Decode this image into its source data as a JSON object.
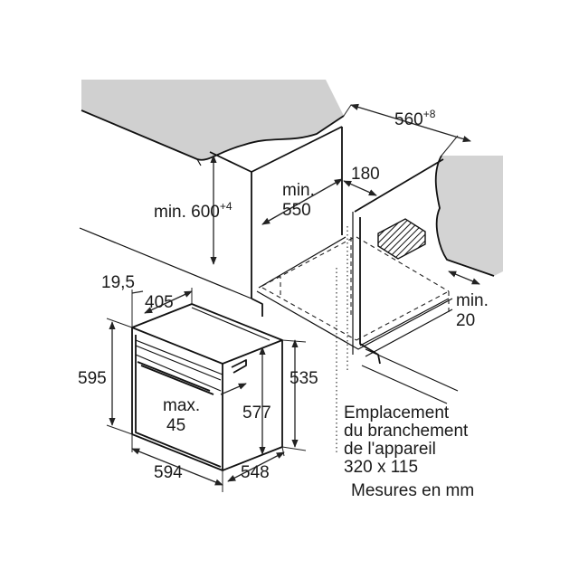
{
  "dimensions": {
    "niche_depth": "560",
    "niche_depth_tol": "+8",
    "niche_height": "min. 600",
    "niche_height_tol": "+4",
    "niche_inner_depth_1": "min.",
    "niche_inner_depth_2": "550",
    "rear_gap": "180",
    "bottom_gap_1": "min.",
    "bottom_gap_2": "20",
    "front_offset": "19,5",
    "door_offset": "405",
    "oven_height": "595",
    "oven_inner_height": "535",
    "oven_body_height": "577",
    "oven_width": "594",
    "oven_depth": "548",
    "max_door_1": "max.",
    "max_door_2": "45"
  },
  "notes": {
    "connection_1": "Emplacement",
    "connection_2": "du branchement",
    "connection_3": "de l'appareil",
    "connection_4": "320 x 115",
    "units": "Mesures en mm"
  },
  "colors": {
    "line": "#111111",
    "worktop_fill": "#d0d0d0",
    "wall_fill": "#d3d3d3",
    "background": "#ffffff"
  }
}
